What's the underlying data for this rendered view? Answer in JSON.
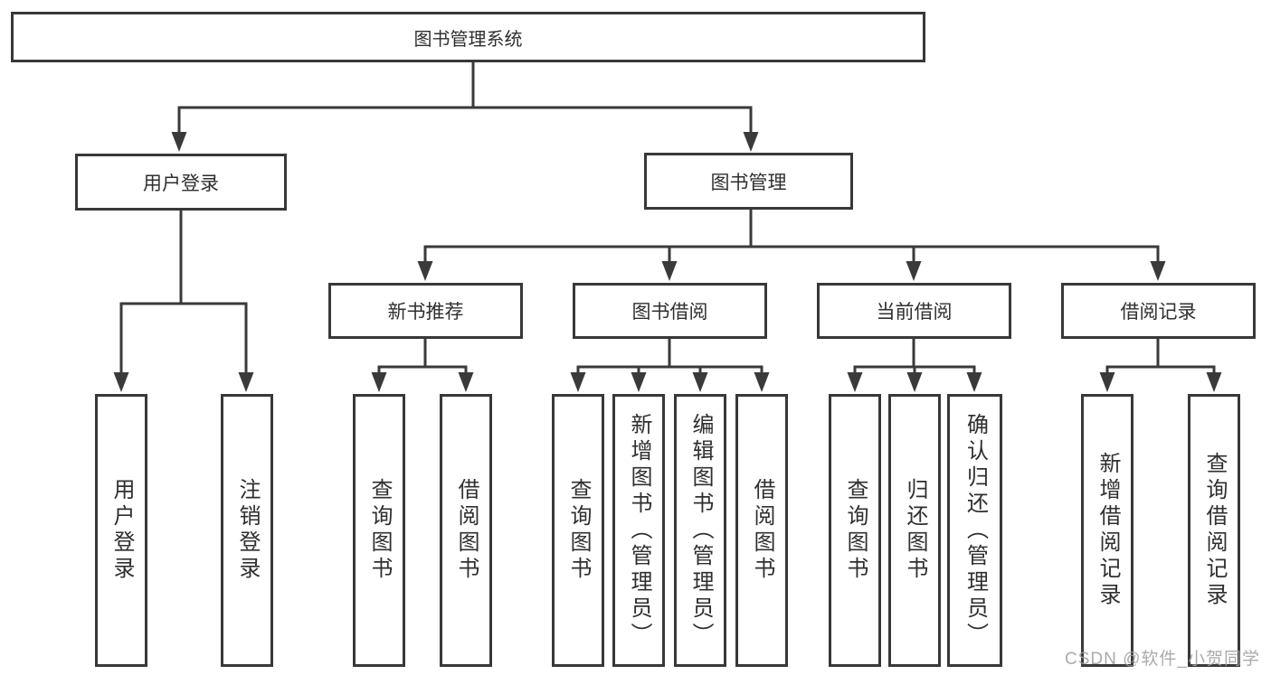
{
  "diagram": {
    "root": {
      "label": "图书管理系统"
    },
    "level2": [
      {
        "label": "用户登录"
      },
      {
        "label": "图书管理"
      }
    ],
    "level3": [
      {
        "label": "新书推荐",
        "parent": "图书管理"
      },
      {
        "label": "图书借阅",
        "parent": "图书管理"
      },
      {
        "label": "当前借阅",
        "parent": "图书管理"
      },
      {
        "label": "借阅记录",
        "parent": "图书管理"
      }
    ],
    "leaves": [
      {
        "label": "用户登录",
        "parent": "用户登录"
      },
      {
        "label": "注销登录",
        "parent": "用户登录"
      },
      {
        "label": "查询图书",
        "parent": "新书推荐"
      },
      {
        "label": "借阅图书",
        "parent": "新书推荐"
      },
      {
        "label": "查询图书",
        "parent": "图书借阅"
      },
      {
        "label": "新增图书（管理员）",
        "parent": "图书借阅"
      },
      {
        "label": "编辑图书（管理员）",
        "parent": "图书借阅"
      },
      {
        "label": "借阅图书",
        "parent": "图书借阅"
      },
      {
        "label": "查询图书",
        "parent": "当前借阅"
      },
      {
        "label": "归还图书",
        "parent": "当前借阅"
      },
      {
        "label": "确认归还（管理员）",
        "parent": "当前借阅"
      },
      {
        "label": "新增借阅记录",
        "parent": "借阅记录"
      },
      {
        "label": "查询借阅记录",
        "parent": "借阅记录"
      }
    ]
  },
  "watermark": "CSDN @软件_小贺同学",
  "colors": {
    "line": "#3a3a3a",
    "border": "#383838",
    "text": "#2f2f2f",
    "watermark": "#9e9e9e",
    "background": "#ffffff"
  }
}
